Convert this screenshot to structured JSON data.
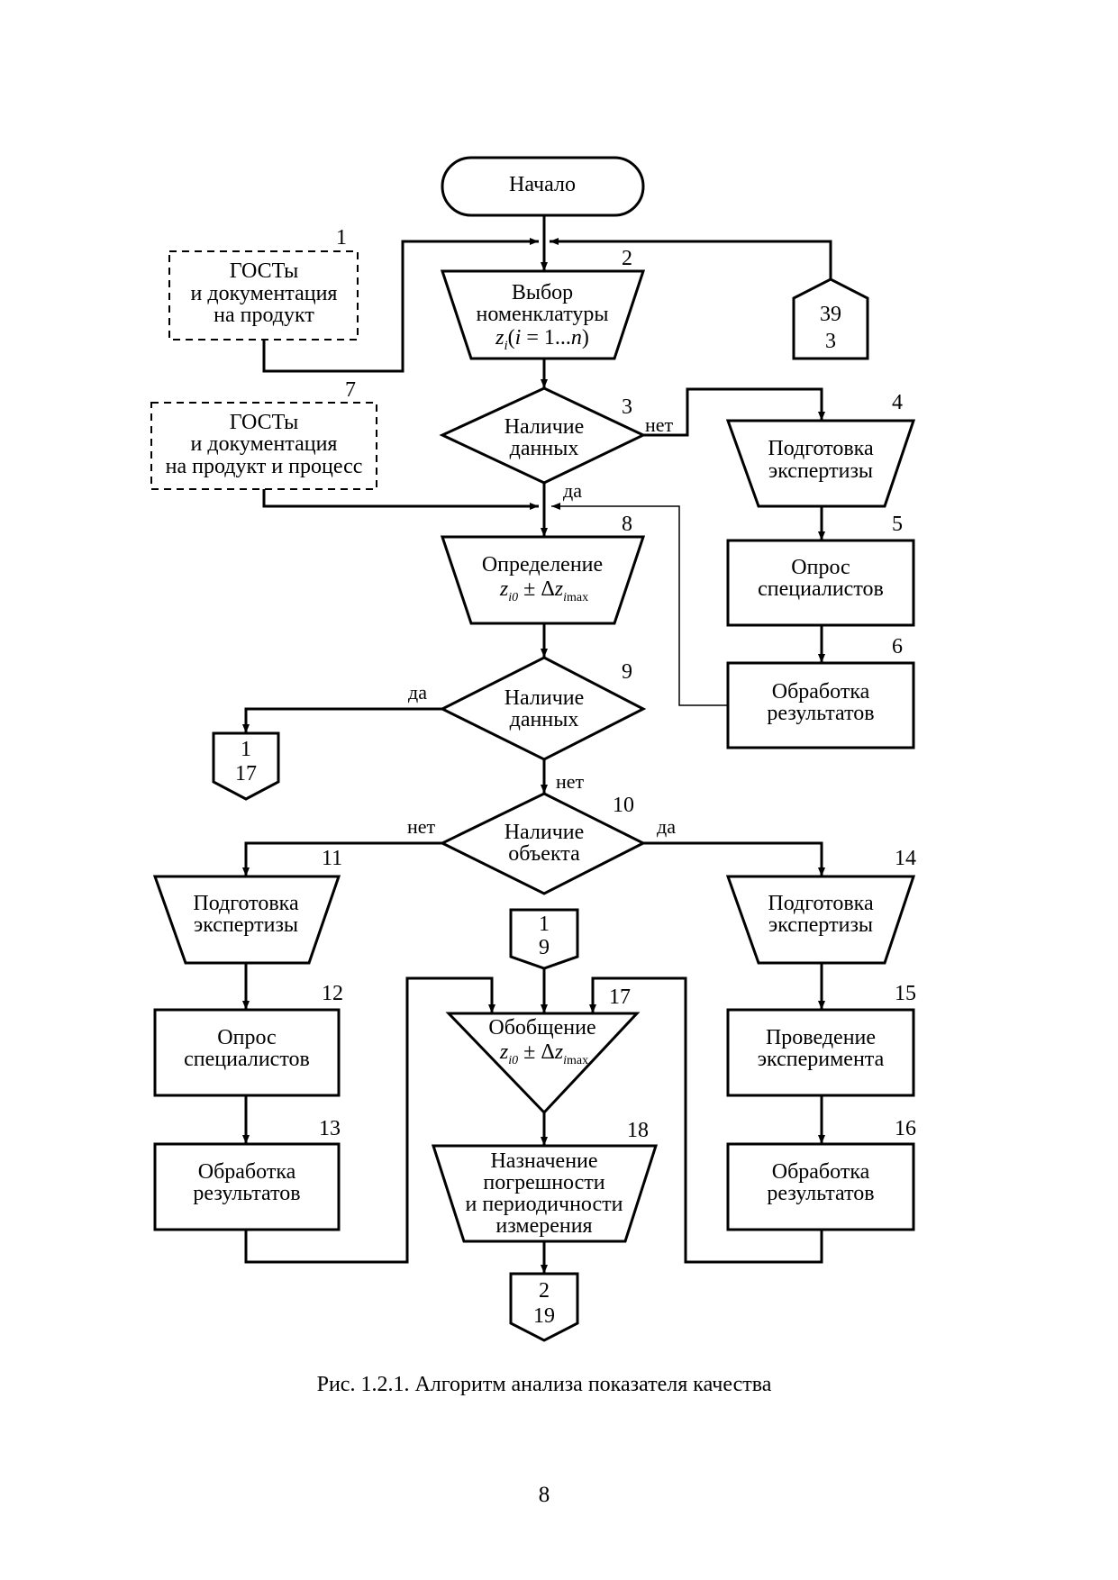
{
  "colors": {
    "ink": "#000000",
    "paper": "#ffffff",
    "thin_line": "#555555"
  },
  "blocks": {
    "start": {
      "label": "Начало"
    },
    "b1": {
      "number": "1",
      "lines": [
        "ГОСТы",
        "и документация",
        "на продукт"
      ]
    },
    "b2": {
      "number": "2",
      "lines": [
        "Выбор",
        "номенклатуры"
      ]
    },
    "b3c": {
      "number": "3",
      "lines": [
        "39",
        "3"
      ]
    },
    "b3": {
      "number": "3",
      "lines": [
        "Наличие",
        "данных"
      ],
      "no": "нет",
      "yes": "да"
    },
    "b4": {
      "number": "4",
      "lines": [
        "Подготовка",
        "экспертизы"
      ]
    },
    "b5": {
      "number": "5",
      "lines": [
        "Опрос",
        "специалистов"
      ]
    },
    "b6": {
      "number": "6",
      "lines": [
        "Обработка",
        "результатов"
      ]
    },
    "b7": {
      "number": "7",
      "lines": [
        "ГОСТы",
        "и документация",
        "на продукт и процесс"
      ]
    },
    "b8": {
      "number": "8",
      "lines": [
        "Определение"
      ]
    },
    "b9": {
      "number": "9",
      "lines": [
        "Наличие",
        "данных"
      ],
      "yes": "да",
      "no": "нет"
    },
    "c117": {
      "lines": [
        "1",
        "17"
      ]
    },
    "b10": {
      "number": "10",
      "lines": [
        "Наличие",
        "объекта"
      ],
      "no": "нет",
      "yes": "да"
    },
    "b11": {
      "number": "11",
      "lines": [
        "Подготовка",
        "экспертизы"
      ]
    },
    "b12": {
      "number": "12",
      "lines": [
        "Опрос",
        "специалистов"
      ]
    },
    "b13": {
      "number": "13",
      "lines": [
        "Обработка",
        "результатов"
      ]
    },
    "c19": {
      "lines": [
        "1",
        "9"
      ]
    },
    "b14": {
      "number": "14",
      "lines": [
        "Подготовка",
        "экспертизы"
      ]
    },
    "b15": {
      "number": "15",
      "lines": [
        "Проведение",
        "эксперимента"
      ]
    },
    "b16": {
      "number": "16",
      "lines": [
        "Обработка",
        "результатов"
      ]
    },
    "b17": {
      "number": "17",
      "lines": [
        "Обобщение"
      ]
    },
    "b18": {
      "number": "18",
      "lines": [
        "Назначение",
        "погрешности",
        "и периодичности",
        "измерения"
      ]
    },
    "c219": {
      "lines": [
        "2",
        "19"
      ]
    }
  },
  "formulas": {
    "nomenclature": {
      "z": "z",
      "i": "i",
      "paren": "(",
      "i2": "i",
      "range": " = 1...",
      "n": "n",
      "close": ")"
    },
    "definition": {
      "z": "z",
      "sub": "i0",
      "pm": " ± Δ",
      "z2": "z",
      "sub2": "i",
      "max": "max"
    },
    "generalization": {
      "z": "z",
      "sub": "i0",
      "pm": " ± Δ",
      "z2": "z",
      "sub2": "i",
      "max": "max"
    }
  },
  "caption": "Рис. 1.2.1. Алгоритм анализа показателя качества",
  "page_number": "8"
}
